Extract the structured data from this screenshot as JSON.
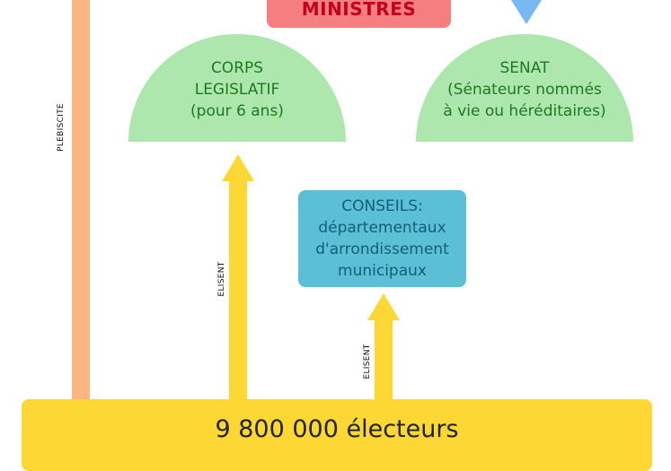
{
  "plebiscite": {
    "label": "PLEBISCITE"
  },
  "ministres": {
    "label": "MINISTRES"
  },
  "corps_legislatif": {
    "line1": "CORPS",
    "line2": "LEGISLATIF",
    "line3": "(pour 6 ans)"
  },
  "senat": {
    "line1": "SENAT",
    "line2": "(Sénateurs nommés",
    "line3": "à vie ou héréditaires)"
  },
  "conseils": {
    "line1": "CONSEILS:",
    "line2": "départementaux",
    "line3": "d'arrondissement",
    "line4": "municipaux"
  },
  "arrow_legislatif": {
    "label": "ELISENT"
  },
  "arrow_conseils": {
    "label": "ELISENT"
  },
  "electeurs": {
    "label": "9 800 000 électeurs"
  },
  "colors": {
    "plebiscite_bar": "#fbb482",
    "ministres_fill": "#f57f80",
    "ministres_text": "#c4001a",
    "chamber_fill": "#aee7ae",
    "chamber_text": "#1d7a1d",
    "conseils_fill": "#5bbfd5",
    "conseils_text": "#125f77",
    "arrow_fill": "#fdd835",
    "electeurs_fill": "#fdd835",
    "triangle_fill": "#78b8f3"
  }
}
